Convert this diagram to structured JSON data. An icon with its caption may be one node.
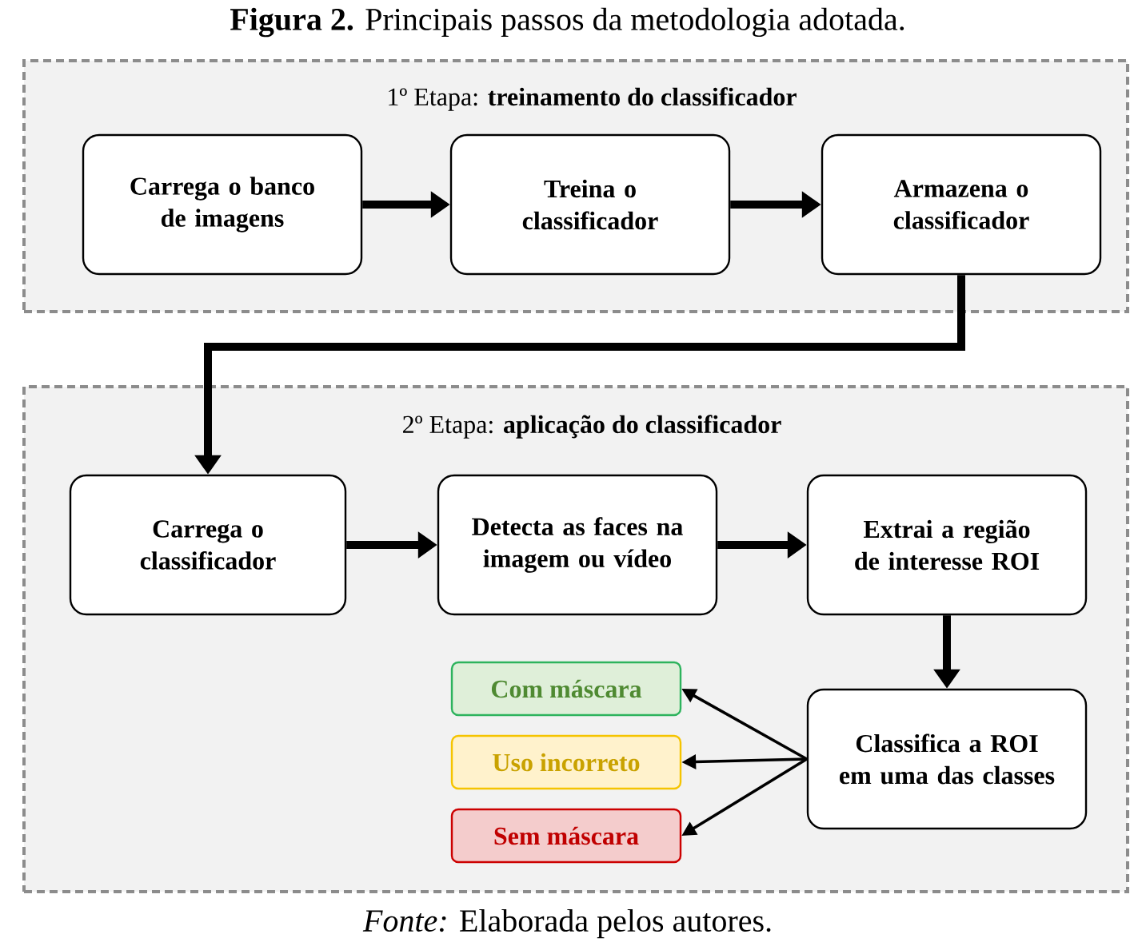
{
  "diagram": {
    "title": "**Figura 2.** Principais passos da metodologia adotada.",
    "caption": "*Fonte:* Elaborada pelos autores.",
    "nodes": [
      {
        "text": [
          "1º Etapa: **treinamento do classificador**"
        ]
      },
      {
        "text": [
          "Carrega o banco de imagens"
        ],
        "in": 0
      },
      {
        "text": [
          "Treina o classificador"
        ],
        "in": 0
      },
      {
        "text": [
          "Armazena o classificador"
        ],
        "in": 0
      },
      {
        "text": [
          "2º Etapa: **aplicação do classificador**"
        ]
      },
      {
        "text": [
          "Carrega o classificador"
        ],
        "in": 4
      },
      {
        "text": [
          "Detecta as faces na imagem ou vídeo"
        ],
        "in": 4
      },
      {
        "text": [
          "Extrai a região de interesse ROI"
        ],
        "in": 4
      },
      {
        "text": [
          "Classifica a ROI em uma das classes"
        ],
        "in": 4
      },
      {
        "text": [
          "Com máscara"
        ],
        "in": 4
      },
      {
        "text": [
          "Uso incorreto"
        ],
        "in": 4
      },
      {
        "text": [
          "Sem máscara"
        ],
        "in": 4
      }
    ],
    "edges": [
      {
        "from": 1,
        "to": 2,
        "arrow": "to"
      },
      {
        "from": 2,
        "to": 3,
        "arrow": "to"
      },
      {
        "from": 3,
        "to": 5,
        "arrow": "to"
      },
      {
        "from": 5,
        "to": 6,
        "arrow": "to"
      },
      {
        "from": 6,
        "to": 7,
        "arrow": "to"
      },
      {
        "from": 7,
        "to": 8,
        "arrow": "to"
      },
      {
        "from": 8,
        "to": 9,
        "arrow": "to"
      },
      {
        "from": 8,
        "to": 10,
        "arrow": "to"
      },
      {
        "from": 8,
        "to": 11,
        "arrow": "to"
      }
    ]
  }
}
